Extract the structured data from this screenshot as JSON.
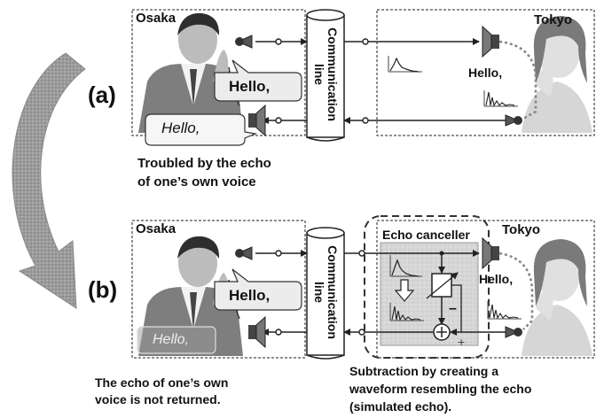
{
  "panels": {
    "a": {
      "tag": "(a)",
      "left_city": "Osaka",
      "right_city": "Tokyo",
      "line_label_1": "Communication",
      "line_label_2": "line",
      "bubble_right": "Hello,",
      "bubble_left_echo": "Hello,",
      "tokyo_speech": "Hello,",
      "caption_line1": "Troubled by the echo",
      "caption_line2": "of one’s own voice"
    },
    "b": {
      "tag": "(b)",
      "left_city": "Osaka",
      "right_city": "Tokyo",
      "line_label_1": "Communication",
      "line_label_2": "line",
      "bubble_right": "Hello,",
      "bubble_left_echo": "Hello,",
      "tokyo_speech": "Hello,",
      "canceller_title": "Echo canceller",
      "minus_sign": "–",
      "plus_sign": "+",
      "caption_left_line1": "The echo of one’s own",
      "caption_left_line2": "voice is not returned.",
      "caption_right_line1": "Subtraction by creating a",
      "caption_right_line2": "waveform resembling the echo",
      "caption_right_line3": "(simulated echo)."
    }
  },
  "icons": [
    "curved-arrow-icon",
    "person-icon",
    "microphone-icon",
    "speaker-icon",
    "waveform-icon",
    "adder-icon",
    "filter-icon",
    "down-arrow-icon"
  ],
  "colors": {
    "line": "#222222",
    "canceller_bg": "#d4d4d4",
    "curved_arrow": "#9a9a9a"
  }
}
